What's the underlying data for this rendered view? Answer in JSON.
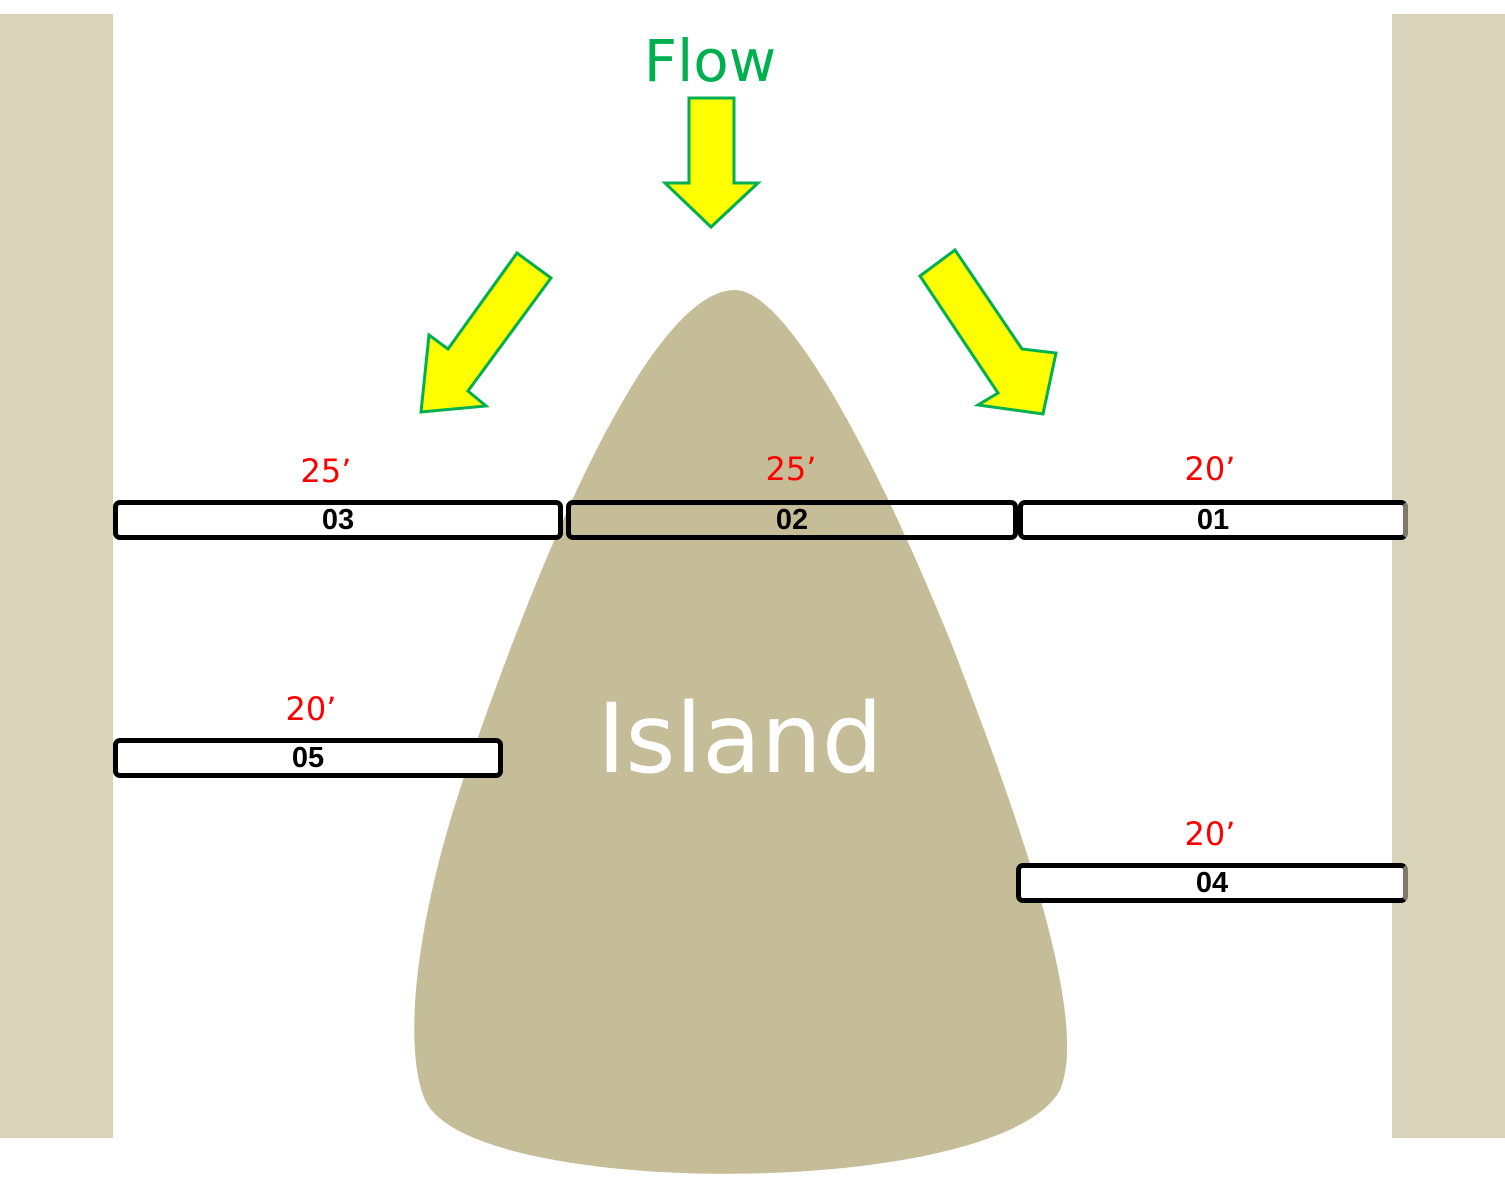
{
  "diagram": {
    "flow_label": "Flow",
    "island_label": "Island",
    "colors": {
      "bank": "#d9d3b9",
      "island": "#c4bd97",
      "arrow_fill": "#ffff00",
      "arrow_stroke": "#00b050",
      "flow_text": "#00b050",
      "length_text": "#ff0000"
    },
    "arrows": [
      {
        "name": "flow-arrow-down-icon",
        "direction": "down"
      },
      {
        "name": "flow-arrow-down-left-icon",
        "direction": "down-left"
      },
      {
        "name": "flow-arrow-down-right-icon",
        "direction": "down-right"
      }
    ],
    "transects": [
      {
        "id": "03",
        "length": "25’"
      },
      {
        "id": "02",
        "length": "25’"
      },
      {
        "id": "01",
        "length": "20’"
      },
      {
        "id": "05",
        "length": "20’"
      },
      {
        "id": "04",
        "length": "20’"
      }
    ]
  }
}
